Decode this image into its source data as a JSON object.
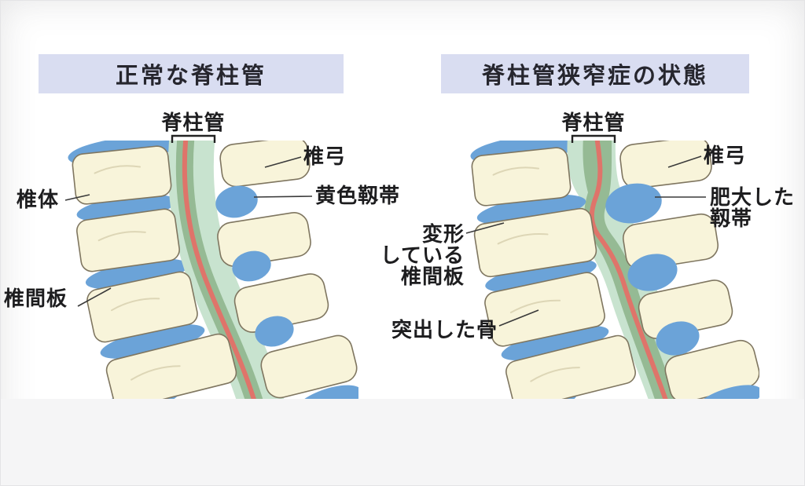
{
  "page": {
    "type": "medical-anatomy-diagram",
    "language": "ja",
    "subject": "spinal canal stenosis comparison",
    "background": "#ffffff"
  },
  "palette": {
    "title_bar_bg": "#d9ddf1",
    "title_text": "#26262e",
    "bone_fill": "#f8f4da",
    "bone_stroke": "#7f7660",
    "bone_detail": "#ddd6b6",
    "disc_blue": "#6ba3d8",
    "canal_light_green": "#c8e3cf",
    "canal_dark_green": "#95ba94",
    "nerve_red": "#df746a",
    "label_text": "#1d1d1f",
    "leader_line": "#3a3a3a",
    "bracket": "#222222",
    "footer_strip": "#f5f5f6"
  },
  "left_panel": {
    "title": "正常な脊柱管",
    "canal_label": "脊柱管",
    "labels": {
      "vertebral_body": "椎体",
      "intervertebral_disc": "椎間板",
      "vertebral_arch": "椎弓",
      "yellow_ligament": "黄色靱帯"
    }
  },
  "right_panel": {
    "title": "脊柱管狭窄症の状態",
    "canal_label": "脊柱管",
    "labels": {
      "vertebral_arch": "椎弓",
      "hypertrophied_ligament_line1": "肥大した",
      "hypertrophied_ligament_line2": "靱帯",
      "deformed_disc_line1": "変形",
      "deformed_disc_line2": "している",
      "deformed_disc_line3": "椎間板",
      "protruding_bone": "突出した骨"
    }
  }
}
